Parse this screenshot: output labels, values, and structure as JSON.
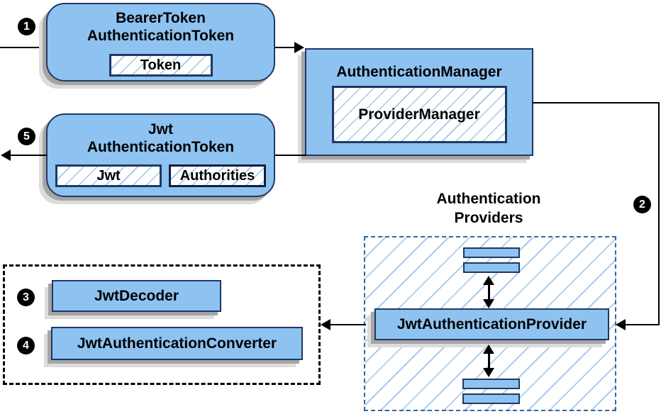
{
  "diagram": {
    "badges": {
      "s1": "1",
      "s2": "2",
      "s3": "3",
      "s4": "4",
      "s5": "5"
    },
    "bearer": {
      "title_line1": "BearerToken",
      "title_line2": "AuthenticationToken",
      "token_label": "Token"
    },
    "manager": {
      "title": "AuthenticationManager",
      "inner_label": "ProviderManager"
    },
    "jwt_token": {
      "title_line1": "Jwt",
      "title_line2": "AuthenticationToken",
      "jwt_label": "Jwt",
      "authorities_label": "Authorities"
    },
    "providers": {
      "heading_line1": "Authentication",
      "heading_line2": "Providers",
      "provider_label": "JwtAuthenticationProvider"
    },
    "tools": {
      "decoder_label": "JwtDecoder",
      "converter_label": "JwtAuthenticationConverter"
    },
    "colors": {
      "node_fill": "#8ec3f1",
      "node_border": "#1f3864",
      "hatch_line": "#9fc6ec",
      "providers_dash": "#3465a4",
      "shadow_dark": "#a5a5a5",
      "shadow_light": "#dcdcdc",
      "connector": "#000000",
      "badge_bg": "#000000",
      "badge_text": "#ffffff"
    }
  }
}
